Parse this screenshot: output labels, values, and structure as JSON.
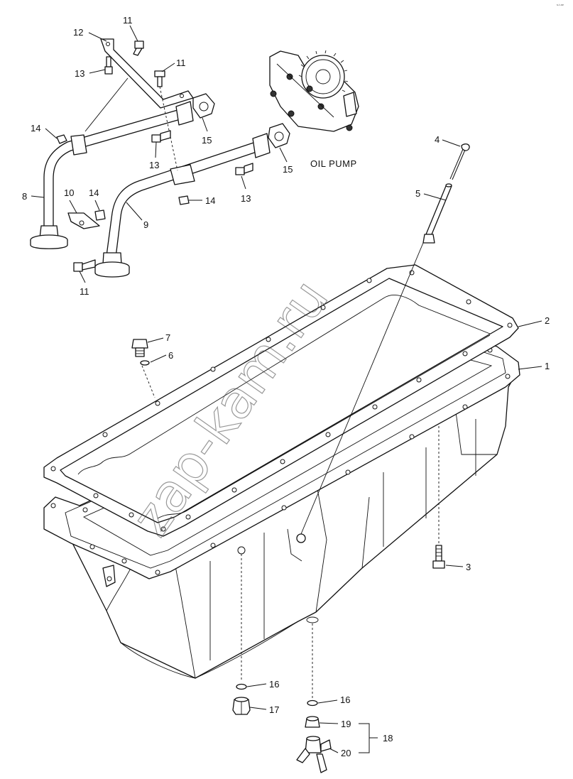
{
  "diagram": {
    "caption": "OIL PUMP",
    "watermark": "zap-kam.ru",
    "corner_mark": "s-t-se",
    "callouts": [
      {
        "id": "c11a",
        "text": "11"
      },
      {
        "id": "c12",
        "text": "12"
      },
      {
        "id": "c13a",
        "text": "13"
      },
      {
        "id": "c11b",
        "text": "11"
      },
      {
        "id": "c14a",
        "text": "14"
      },
      {
        "id": "c15a",
        "text": "15"
      },
      {
        "id": "c13b",
        "text": "13"
      },
      {
        "id": "c15b",
        "text": "15"
      },
      {
        "id": "c8",
        "text": "8"
      },
      {
        "id": "c10",
        "text": "10"
      },
      {
        "id": "c14b",
        "text": "14"
      },
      {
        "id": "c14c",
        "text": "14"
      },
      {
        "id": "c13c",
        "text": "13"
      },
      {
        "id": "c9",
        "text": "9"
      },
      {
        "id": "c11c",
        "text": "11"
      },
      {
        "id": "c4",
        "text": "4"
      },
      {
        "id": "c5",
        "text": "5"
      },
      {
        "id": "c2",
        "text": "2"
      },
      {
        "id": "c1",
        "text": "1"
      },
      {
        "id": "c7",
        "text": "7"
      },
      {
        "id": "c6",
        "text": "6"
      },
      {
        "id": "c3",
        "text": "3"
      },
      {
        "id": "c16a",
        "text": "16"
      },
      {
        "id": "c16b",
        "text": "16"
      },
      {
        "id": "c17",
        "text": "17"
      },
      {
        "id": "c19",
        "text": "19"
      },
      {
        "id": "c18",
        "text": "18"
      },
      {
        "id": "c20",
        "text": "20"
      }
    ]
  }
}
